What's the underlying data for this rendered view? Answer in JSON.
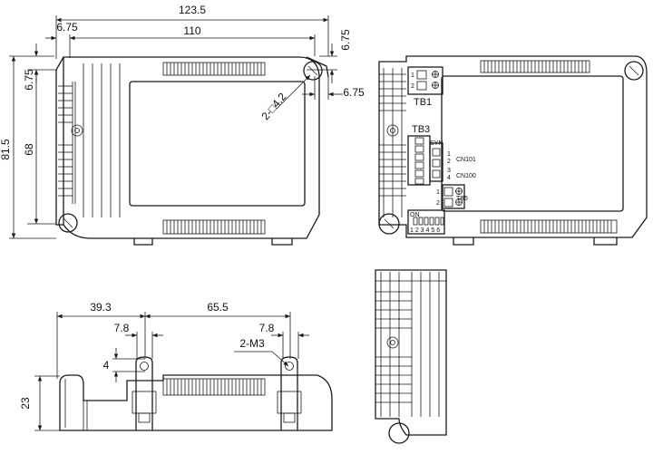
{
  "top_view": {
    "overall_width": "123.5",
    "inner_width": "110",
    "edge_offset_left": "6.75",
    "edge_offset_top_right": "6.75",
    "edge_offset_side_right": "6.75",
    "edge_offset_top_left": "6.75",
    "overall_height": "81.5",
    "inner_height": "68",
    "slot_note": "2-□4.2"
  },
  "terminal_view": {
    "tb1": "TB1",
    "tb3": "TB3",
    "syn": "SYN",
    "cn101": "CN101",
    "cn100": "CN100",
    "tb5": "TB5",
    "dip_on": "ON",
    "pin_1": "1",
    "pin_2": "2",
    "pin_3": "3",
    "pin_4": "4",
    "pin_5": "5",
    "pin_6": "6",
    "dip_numbers": "1 2 3 4 5 6"
  },
  "front_view": {
    "left_distance": "39.3",
    "center_distance": "65.5",
    "hole_width_left": "7.8",
    "hole_width_right": "7.8",
    "hole_note": "2-M3",
    "hole_height": "4",
    "overall_height": "23"
  }
}
